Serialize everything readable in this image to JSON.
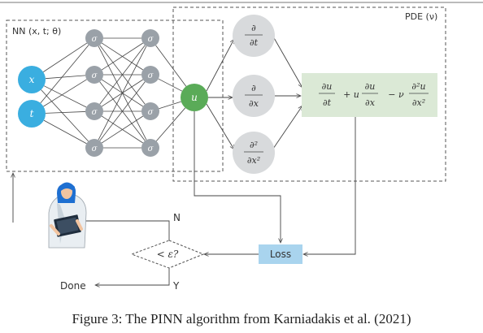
{
  "nn": {
    "label": "NN (x, t; θ)",
    "inputs": [
      "x",
      "t"
    ],
    "sigma": "σ",
    "output": "u"
  },
  "pde": {
    "label": "PDE (ν)",
    "operators": [
      {
        "num": "∂",
        "den": "∂t"
      },
      {
        "num": "∂",
        "den": "∂x"
      },
      {
        "num": "∂²",
        "den": "∂x²"
      }
    ],
    "equation": {
      "t1_num": "∂u",
      "t1_den": "∂t",
      "plus": "+ u",
      "t2_num": "∂u",
      "t2_den": "∂x",
      "minus": "− ν",
      "t3_num": "∂²u",
      "t3_den": "∂x²"
    }
  },
  "loss": "Loss",
  "decision": {
    "condition": "< ε?",
    "no": "N",
    "yes": "Y",
    "done": "Done"
  },
  "caption": "Figure 3: The PINN algorithm from Karniadakis et al. (2021)",
  "colors": {
    "input_node": "#3aaee0",
    "hidden_node": "#9aa1a8",
    "output_node": "#5aab58",
    "operator_node": "#d8dadc",
    "equation_box": "#dbe9d6",
    "loss_box": "#a9d4ee"
  },
  "icons": [
    "doctor-figure-icon"
  ]
}
